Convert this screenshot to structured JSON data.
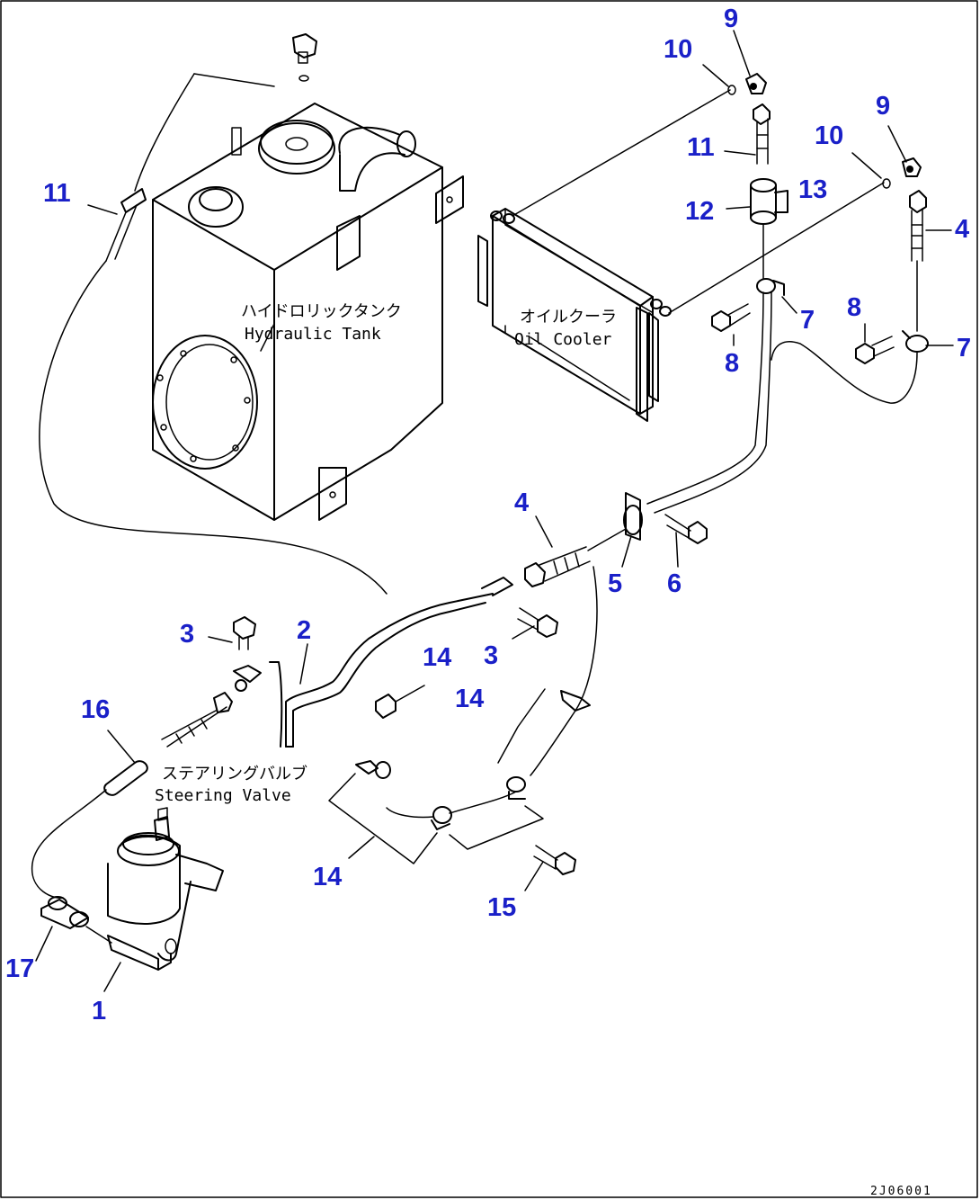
{
  "labels": {
    "tank_jp": "ハイドロリックタンク",
    "tank_en": "Hydraulic Tank",
    "cooler_jp": "オイルクーラ",
    "cooler_en": "Oil Cooler",
    "valve_jp": "ステアリングバルブ",
    "valve_en": "Steering Valve"
  },
  "callouts": [
    {
      "id": "c1",
      "text": "1"
    },
    {
      "id": "c2",
      "text": "2"
    },
    {
      "id": "c3a",
      "text": "3"
    },
    {
      "id": "c3b",
      "text": "3"
    },
    {
      "id": "c4a",
      "text": "4"
    },
    {
      "id": "c4b",
      "text": "4"
    },
    {
      "id": "c5",
      "text": "5"
    },
    {
      "id": "c6",
      "text": "6"
    },
    {
      "id": "c7a",
      "text": "7"
    },
    {
      "id": "c7b",
      "text": "7"
    },
    {
      "id": "c8a",
      "text": "8"
    },
    {
      "id": "c8b",
      "text": "8"
    },
    {
      "id": "c9a",
      "text": "9"
    },
    {
      "id": "c9b",
      "text": "9"
    },
    {
      "id": "c10a",
      "text": "10"
    },
    {
      "id": "c10b",
      "text": "10"
    },
    {
      "id": "c11a",
      "text": "11"
    },
    {
      "id": "c11b",
      "text": "11"
    },
    {
      "id": "c12",
      "text": "12"
    },
    {
      "id": "c13",
      "text": "13"
    },
    {
      "id": "c14a",
      "text": "14"
    },
    {
      "id": "c14b",
      "text": "14"
    },
    {
      "id": "c14c",
      "text": "14"
    },
    {
      "id": "c15",
      "text": "15"
    },
    {
      "id": "c16",
      "text": "16"
    },
    {
      "id": "c17",
      "text": "17"
    }
  ],
  "drawing_number": "2J06001",
  "colors": {
    "callout": "#1a20c8",
    "line": "#000000",
    "background": "#ffffff"
  }
}
